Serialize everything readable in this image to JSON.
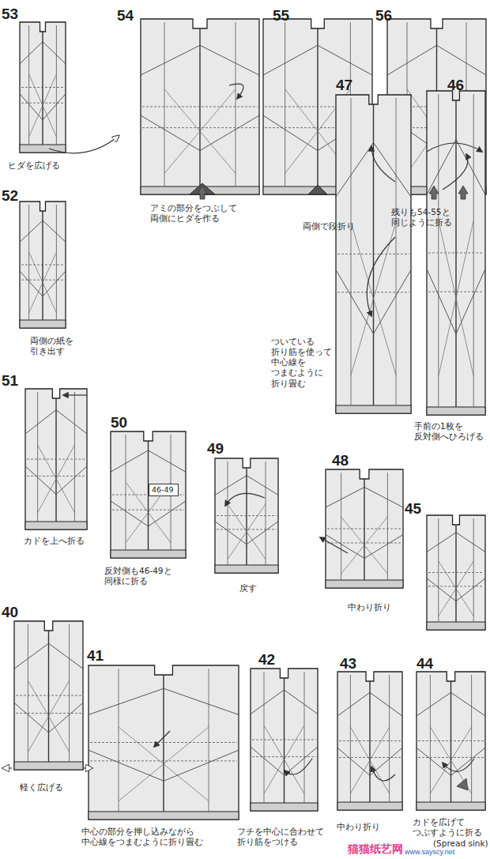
{
  "diagram": {
    "nodes": [
      {
        "text": [
          "46-49"
        ]
      }
    ],
    "labels": [
      "53",
      "ヒダを広げる",
      "54",
      "アミの部分をつぶして 両側にヒダを作る",
      "55",
      "両側で段折り",
      "56",
      "残りも54-55と 同じように折る",
      "52",
      "両側の紙を 引き出す",
      "47",
      "ついている 折り筋を使って 中心線を つまむように 折り畳む",
      "46",
      "手前の1枚を 反対側へひろげる",
      "51",
      "カドを上へ折る",
      "50",
      "反対側も46-49と 同様に折る",
      "49",
      "戻す",
      "48",
      "中わり折り",
      "45",
      "40",
      "軽く広げる",
      "41",
      "中心の部分を押し込みながら 中心線をつまむように折り畳む",
      "42",
      "フチを中心に合わせて 折り筋をつける",
      "43",
      "中わり折り",
      "44",
      "カドを広げて つぶすように折る",
      "(Spread sink)",
      "猫猫纸艺网",
      "www.sayscy.net"
    ]
  }
}
